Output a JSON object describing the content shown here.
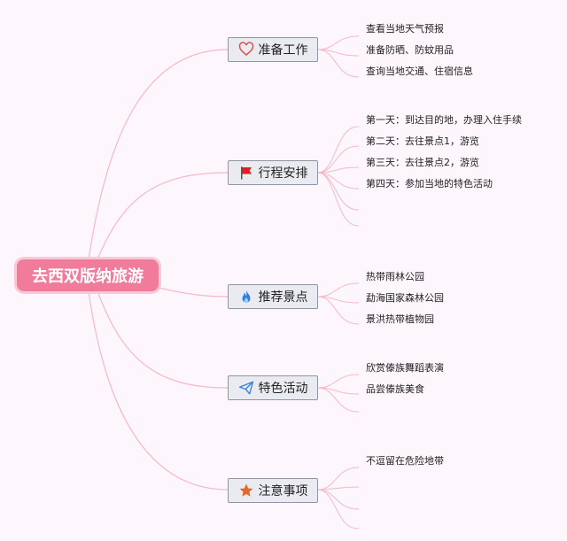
{
  "root": {
    "label": "去西双版纳旅游"
  },
  "branches": [
    {
      "label": "准备工作",
      "icon": "heart-icon",
      "items": [
        "查看当地天气预报",
        "准备防晒、防蚊用品",
        "查询当地交通、住宿信息"
      ]
    },
    {
      "label": "行程安排",
      "icon": "flag-icon",
      "items": [
        "第一天：到达目的地，办理入住手续",
        "第二天：去往景点1，游览",
        "第三天：去往景点2，游览",
        "第四天：参加当地的特色活动"
      ]
    },
    {
      "label": "推荐景点",
      "icon": "flame-icon",
      "items": [
        "热带雨林公园",
        "勐海国家森林公园",
        "景洪热带植物园"
      ]
    },
    {
      "label": "特色活动",
      "icon": "paper-plane-icon",
      "items": [
        "欣赏傣族舞蹈表演",
        "品尝傣族美食"
      ]
    },
    {
      "label": "注意事项",
      "icon": "star-icon",
      "items": [
        "不逗留在危险地带"
      ]
    }
  ],
  "colors": {
    "line": "#f6b8c8",
    "root": "#f07b9b",
    "heart": "#d9534f",
    "flag": "#e02020",
    "flame": "#2f7fe0",
    "plane": "#3f7fd8",
    "star": "#e06a2a"
  }
}
